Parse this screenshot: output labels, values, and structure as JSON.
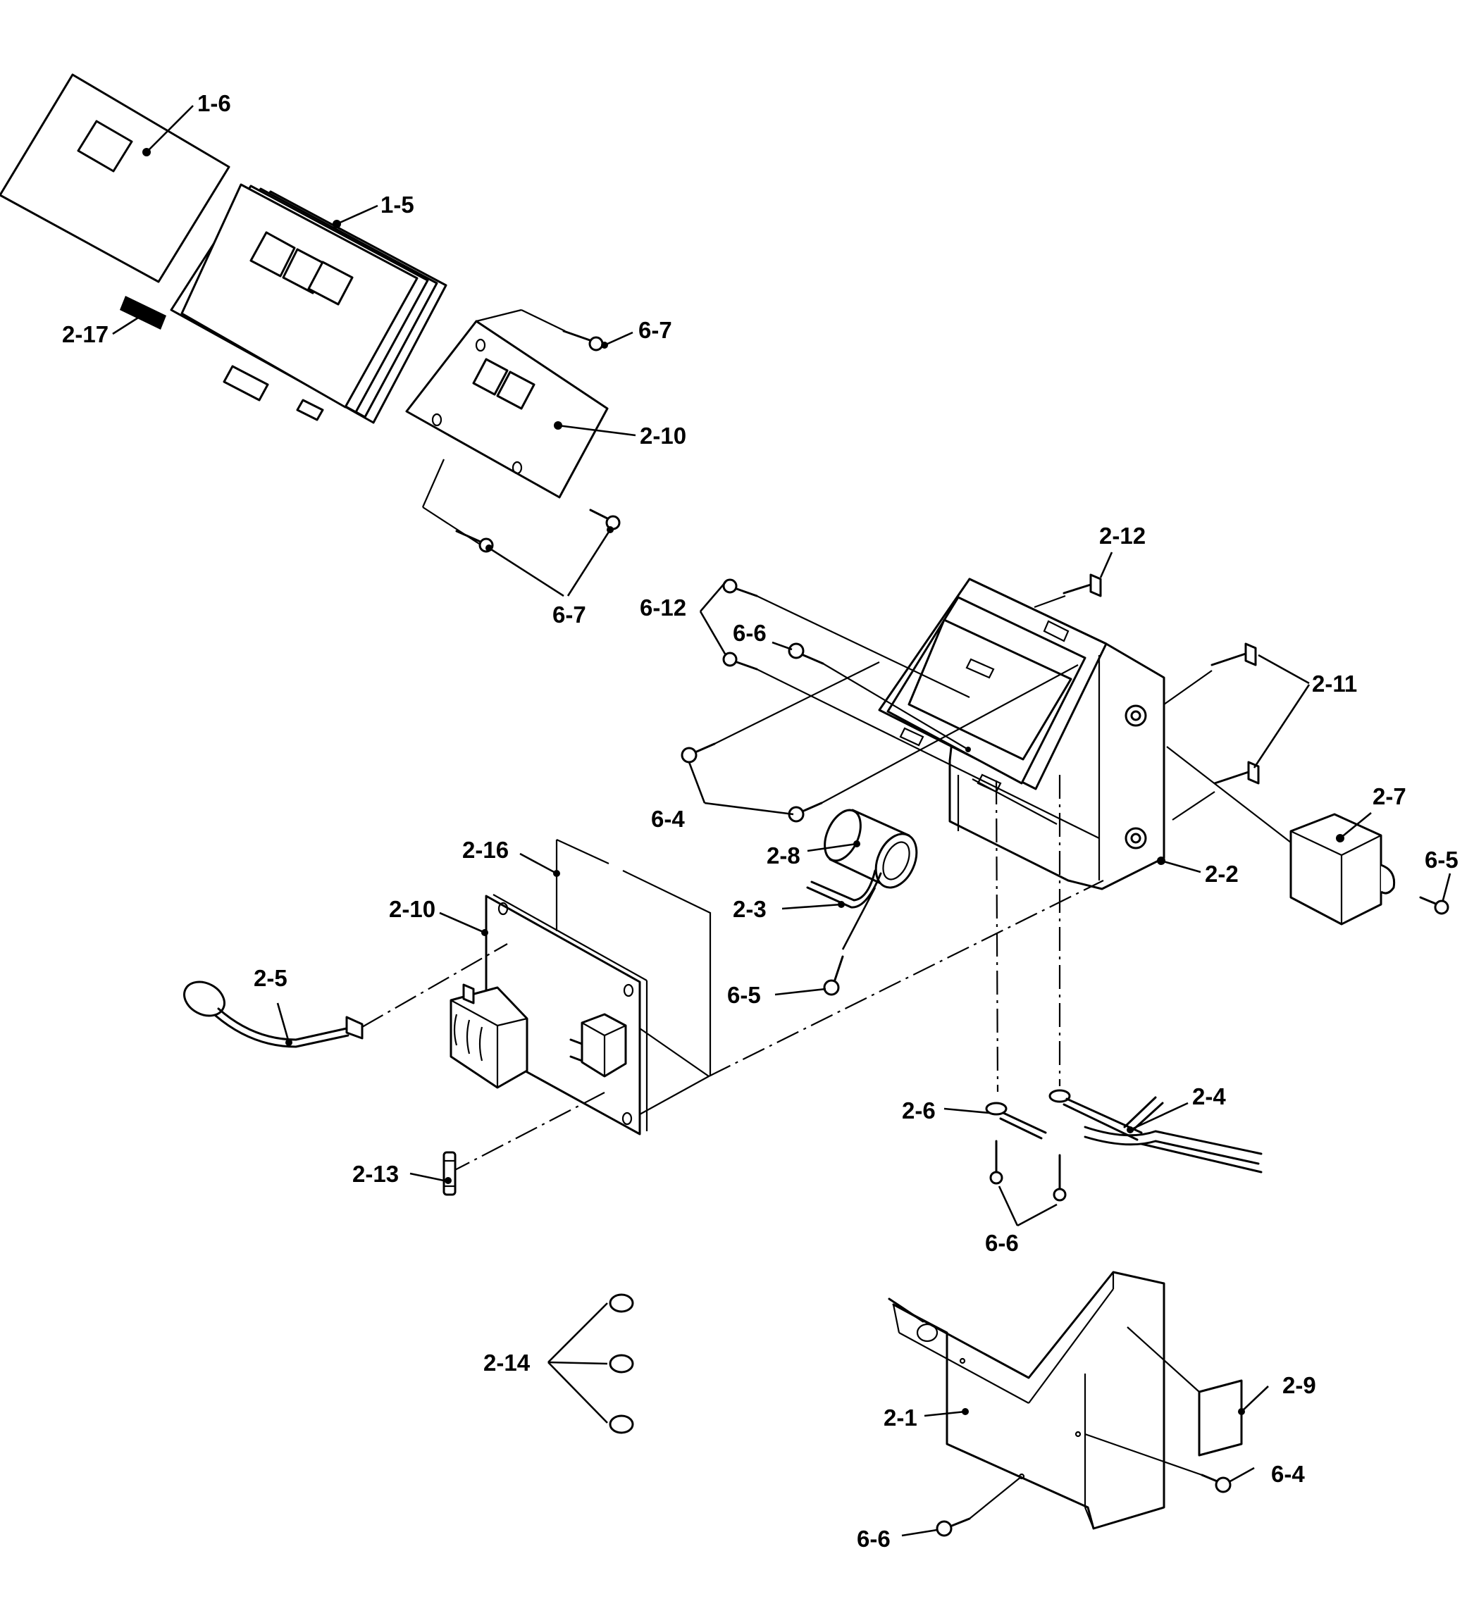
{
  "labels": {
    "p1_6": "1-6",
    "p1_5": "1-5",
    "p2_17": "2-17",
    "p6_7a": "6-7",
    "p2_10a": "2-10",
    "p6_7b": "6-7",
    "p2_12": "2-12",
    "p6_12": "6-12",
    "p6_6a": "6-6",
    "p2_11": "2-11",
    "p2_7": "2-7",
    "p6_5a": "6-5",
    "p6_4a": "6-4",
    "p2_8": "2-8",
    "p2_2": "2-2",
    "p2_16": "2-16",
    "p2_10b": "2-10",
    "p2_3": "2-3",
    "p2_5": "2-5",
    "p6_5b": "6-5",
    "p2_4": "2-4",
    "p2_6": "2-6",
    "p2_13": "2-13",
    "p6_6b": "6-6",
    "p2_14": "2-14",
    "p2_9": "2-9",
    "p2_1": "2-1",
    "p6_4b": "6-4",
    "p6_6c": "6-6"
  }
}
